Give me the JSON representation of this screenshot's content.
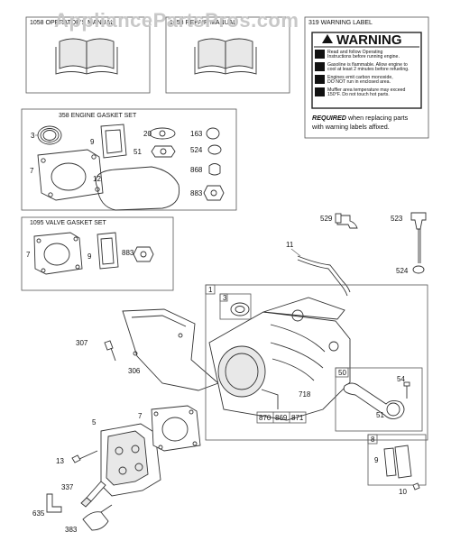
{
  "watermark": "AppliancePartsPros.com",
  "headers": {
    "manual_1": "1058 OPERATOR'S MANUAL",
    "manual_2": "1058 REPAIR MANUAL",
    "warning_label": "319 WARNING LABEL",
    "engine_gasket_set": "358 ENGINE GASKET SET",
    "valve_gasket_set": "1095 VALVE GASKET SET"
  },
  "warning_card": {
    "title": "WARNING",
    "line_1a": "Read and follow Operating",
    "line_1b": "Instructions before running engine.",
    "line_2a": "Gasoline is flammable. Allow engine to",
    "line_2b": "cool at least 2 minutes before refueling.",
    "line_3a": "Engines emit carbon monoxide,",
    "line_3b": "DO NOT run in enclosed area.",
    "line_4a": "Muffler area temperature may exceed",
    "line_4b": "150°F. Do not touch hot parts.",
    "required_bold": "REQUIRED",
    "required_rest": " when replacing parts",
    "required_line2": "with warning labels affixed."
  },
  "part_numbers": {
    "p3a": "3",
    "p9a": "9",
    "p20": "20",
    "p163": "163",
    "p51a": "51",
    "p524a": "524",
    "p7a": "7",
    "p12": "12",
    "p868": "868",
    "p883a": "883",
    "p7b": "7",
    "p9b": "9",
    "p883b": "883",
    "p529": "529",
    "p523": "523",
    "p11": "11",
    "p524b": "524",
    "p1": "1",
    "p3b": "3",
    "p307": "307",
    "p306": "306",
    "p718": "718",
    "p870": "870",
    "p869": "869",
    "p871": "871",
    "p50": "50",
    "p54": "54",
    "p51b": "51",
    "p5": "5",
    "p7c": "7",
    "p13": "13",
    "p337": "337",
    "p635": "635",
    "p383": "383",
    "p8": "8",
    "p9c": "9",
    "p10": "10"
  }
}
